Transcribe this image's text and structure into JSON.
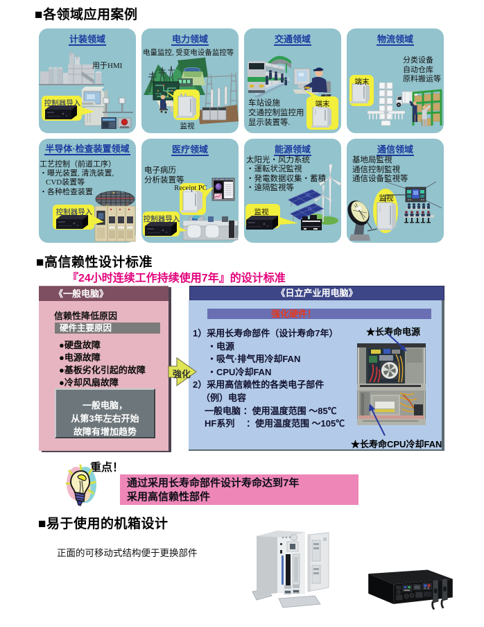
{
  "sections": {
    "cases_heading": "■各领域应用案例",
    "reliability_heading": "■高信赖性设计标准",
    "reliability_subtitle": "『24小时连续工作持续使用7年』的设计标准",
    "chassis_heading": "■易于使用的机箱设计",
    "chassis_caption": "正面的可移动式结构便于更换部件"
  },
  "case_boxes": [
    {
      "title": "计装领域",
      "lines": [
        "用于HMI"
      ],
      "bubble": "控制器导入"
    },
    {
      "title": "电力领域",
      "lines": [
        "电量监控, 受变电设备监控等"
      ],
      "bubble": "监视"
    },
    {
      "title": "交通领域",
      "lines": [
        "车站设施",
        "交通控制监控用",
        "显示装置等."
      ],
      "bubble": "端末"
    },
    {
      "title": "物流领域",
      "lines": [
        "分类设备",
        "自动仓库",
        "原料搬运等"
      ],
      "bubble": "端末"
    },
    {
      "title": "半导体·检查装置领域",
      "lines": [
        "工艺控制（前道工序）",
        "・曝光装置, 清洗装置,",
        "CVD装置等",
        "・各种检查装置"
      ],
      "bubble": "控制器导入"
    },
    {
      "title": "医疗领域",
      "lines": [
        "电子病历",
        "分析装置等"
      ],
      "bubble": "Receipt PC",
      "bubble2": "控制器导入"
    },
    {
      "title": "能源领域",
      "lines": [
        "太阳光・风力系统",
        "・運転状況監視",
        "・発電数据収集・蓄積",
        "・遠隔監視等"
      ],
      "bubble": "监视"
    },
    {
      "title": "通信领域",
      "lines": [
        "基地局監視",
        "通信控制監視",
        "通信设备監視等"
      ],
      "bubble": "监视"
    }
  ],
  "comparison": {
    "general_pc": {
      "header": "《一般电脑》",
      "cause_title": "信赖性降低原因",
      "hw_title": "硬件主要原因",
      "bullets": [
        "●硬盘故障",
        "●电源故障",
        "●基板劣化引起的故障",
        "●冷却风扇故障"
      ],
      "note_lines": [
        "一般电脑，",
        "从第3年左右开始",
        "故障有增加趋势"
      ]
    },
    "arrow_label": "強化",
    "hitachi_pc": {
      "header": "《日立产业用电脑》",
      "bar": "强化硬件！",
      "lines": [
        "1）采用长寿命部件（设计寿命7年）",
        "・电源",
        "・吸气·排气用冷却FAN",
        "・CPU冷却FAN",
        "2）采用高信赖性的各类电子部件",
        "（例）电容",
        "一般电脑 ：使用温度范围 ～85℃",
        "HF系列　 ：使用温度范围 ～105℃"
      ],
      "label_top": "★长寿命电源",
      "label_bottom": "★长寿命CPU冷却FAN"
    }
  },
  "keypoint": {
    "label": "重点！",
    "lines": [
      "通过采用长寿命部件设计寿命达到7年",
      "采用高信赖性部件"
    ]
  },
  "colors": {
    "case_box_bg": "#93c3cd",
    "case_title": "#1c3aa0",
    "bubble_yellow": "#f2ef3d",
    "left_panel_header": "#7d4f60",
    "left_panel_body": "#e6b5c1",
    "right_panel_header": "#3d4687",
    "right_panel_body": "#b3cbe8",
    "emphasis_bar": "#6a6fb3",
    "emphasis_text": "#e5391f",
    "subtitle_red": "#e2007a",
    "keypoint_pink": "#ee87b8",
    "arrow_green": "#dfe455"
  }
}
